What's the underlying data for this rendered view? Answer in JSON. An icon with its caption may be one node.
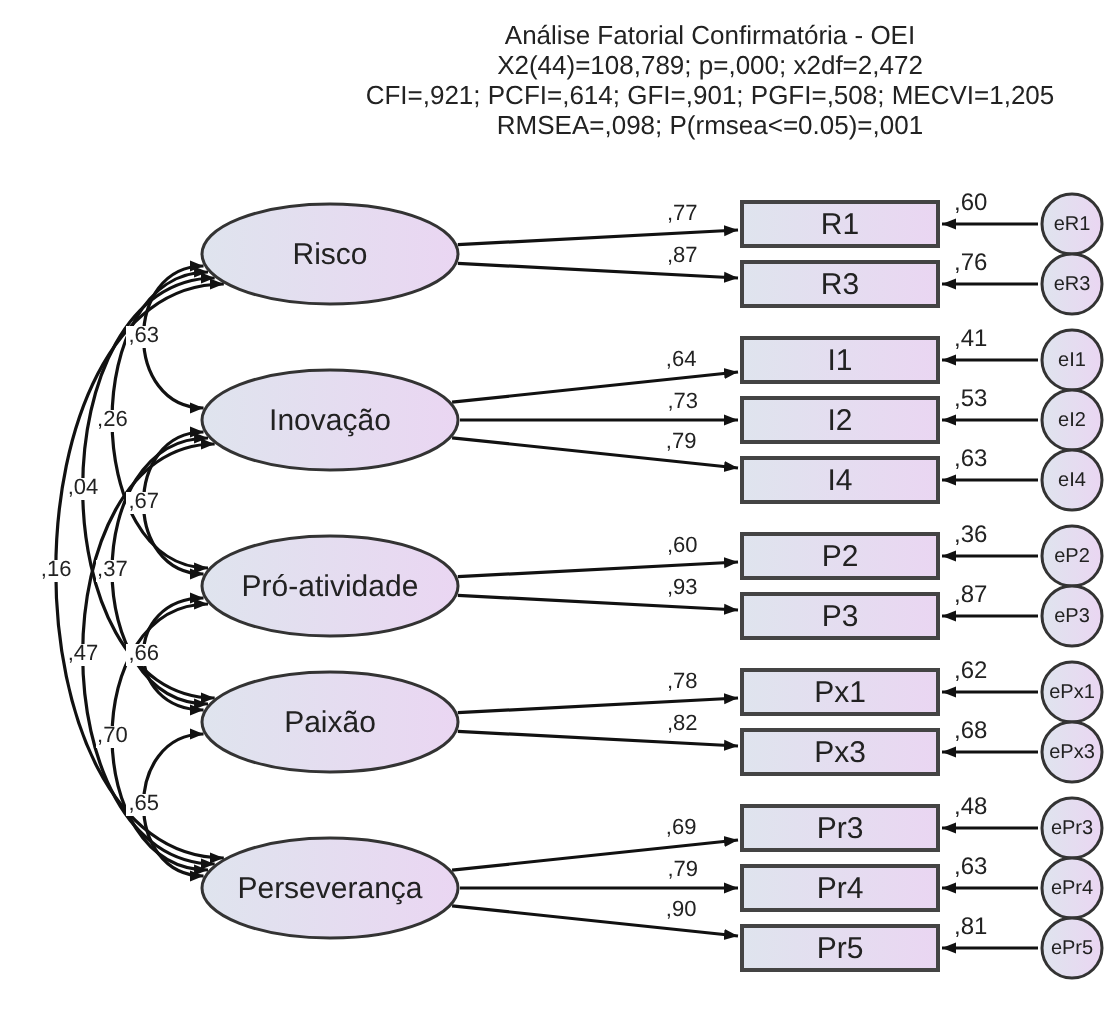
{
  "diagram": {
    "title": "Análise Fatorial Confirmatória - OEI",
    "nodes": [
      {
        "text": [
          "Risco"
        ]
      },
      {
        "text": [
          "Inovação"
        ]
      },
      {
        "text": [
          "Pró-atividade"
        ]
      },
      {
        "text": [
          "Paixão"
        ]
      },
      {
        "text": [
          "Perseverança"
        ]
      },
      {
        "text": [
          "R1"
        ],
        "beside": [
          ",60"
        ]
      },
      {
        "text": [
          "R3"
        ],
        "beside": [
          ",76"
        ]
      },
      {
        "text": [
          "I1"
        ],
        "beside": [
          ",41"
        ]
      },
      {
        "text": [
          "I2"
        ],
        "beside": [
          ",53"
        ]
      },
      {
        "text": [
          "I4"
        ],
        "beside": [
          ",63"
        ]
      },
      {
        "text": [
          "P2"
        ],
        "beside": [
          ",36"
        ]
      },
      {
        "text": [
          "P3"
        ],
        "beside": [
          ",87"
        ]
      },
      {
        "text": [
          "Px1"
        ],
        "beside": [
          ",62"
        ]
      },
      {
        "text": [
          "Px3"
        ],
        "beside": [
          ",68"
        ]
      },
      {
        "text": [
          "Pr3"
        ],
        "beside": [
          ",48"
        ]
      },
      {
        "text": [
          "Pr4"
        ],
        "beside": [
          ",63"
        ]
      },
      {
        "text": [
          "Pr5"
        ],
        "beside": [
          ",81"
        ]
      },
      {
        "text": [
          "eR1"
        ]
      },
      {
        "text": [
          "eR3"
        ]
      },
      {
        "text": [
          "eI1"
        ]
      },
      {
        "text": [
          "eI2"
        ]
      },
      {
        "text": [
          "eI4"
        ]
      },
      {
        "text": [
          "eP2"
        ]
      },
      {
        "text": [
          "eP3"
        ]
      },
      {
        "text": [
          "ePx1"
        ]
      },
      {
        "text": [
          "ePx3"
        ]
      },
      {
        "text": [
          "ePr3"
        ]
      },
      {
        "text": [
          "ePr4"
        ]
      },
      {
        "text": [
          "ePr5"
        ]
      }
    ],
    "edges": [
      {
        "from": 0,
        "to": 5,
        "arrow": "to",
        "label": ",77"
      },
      {
        "from": 0,
        "to": 6,
        "arrow": "to",
        "label": ",87"
      },
      {
        "from": 1,
        "to": 7,
        "arrow": "to",
        "label": ",64"
      },
      {
        "from": 1,
        "to": 8,
        "arrow": "to",
        "label": ",73"
      },
      {
        "from": 1,
        "to": 9,
        "arrow": "to",
        "label": ",79"
      },
      {
        "from": 2,
        "to": 10,
        "arrow": "to",
        "label": ",60"
      },
      {
        "from": 2,
        "to": 11,
        "arrow": "to",
        "label": ",93"
      },
      {
        "from": 3,
        "to": 12,
        "arrow": "to",
        "label": ",78"
      },
      {
        "from": 3,
        "to": 13,
        "arrow": "to",
        "label": ",82"
      },
      {
        "from": 4,
        "to": 14,
        "arrow": "to",
        "label": ",69"
      },
      {
        "from": 4,
        "to": 15,
        "arrow": "to",
        "label": ",79"
      },
      {
        "from": 4,
        "to": 16,
        "arrow": "to",
        "label": ",90"
      },
      {
        "from": 17,
        "to": 5,
        "arrow": "to"
      },
      {
        "from": 18,
        "to": 6,
        "arrow": "to"
      },
      {
        "from": 19,
        "to": 7,
        "arrow": "to"
      },
      {
        "from": 20,
        "to": 8,
        "arrow": "to"
      },
      {
        "from": 21,
        "to": 9,
        "arrow": "to"
      },
      {
        "from": 22,
        "to": 10,
        "arrow": "to"
      },
      {
        "from": 23,
        "to": 11,
        "arrow": "to"
      },
      {
        "from": 24,
        "to": 12,
        "arrow": "to"
      },
      {
        "from": 25,
        "to": 13,
        "arrow": "to"
      },
      {
        "from": 26,
        "to": 14,
        "arrow": "to"
      },
      {
        "from": 27,
        "to": 15,
        "arrow": "to"
      },
      {
        "from": 28,
        "to": 16,
        "arrow": "to"
      },
      {
        "from": 0,
        "to": 1,
        "arrow": "both",
        "label": ",63"
      },
      {
        "from": 0,
        "to": 2,
        "arrow": "both",
        "label": ",26"
      },
      {
        "from": 0,
        "to": 3,
        "arrow": "both",
        "label": ",04"
      },
      {
        "from": 0,
        "to": 4,
        "arrow": "both",
        "label": ",16"
      },
      {
        "from": 1,
        "to": 2,
        "arrow": "both",
        "label": ",67"
      },
      {
        "from": 1,
        "to": 3,
        "arrow": "both",
        "label": ",37"
      },
      {
        "from": 1,
        "to": 4,
        "arrow": "both",
        "label": ",47"
      },
      {
        "from": 2,
        "to": 3,
        "arrow": "both",
        "label": ",66"
      },
      {
        "from": 2,
        "to": 4,
        "arrow": "both",
        "label": ",70"
      },
      {
        "from": 3,
        "to": 4,
        "arrow": "both",
        "label": ",65"
      }
    ],
    "labels": [
      "X2(44)=108,789; p=,000; x2df=2,472",
      "CFI=,921; PCFI=,614; GFI=,901; PGFI=,508; MECVI=1,205",
      "RMSEA=,098; P(rmsea<=0.05)=,001"
    ]
  }
}
